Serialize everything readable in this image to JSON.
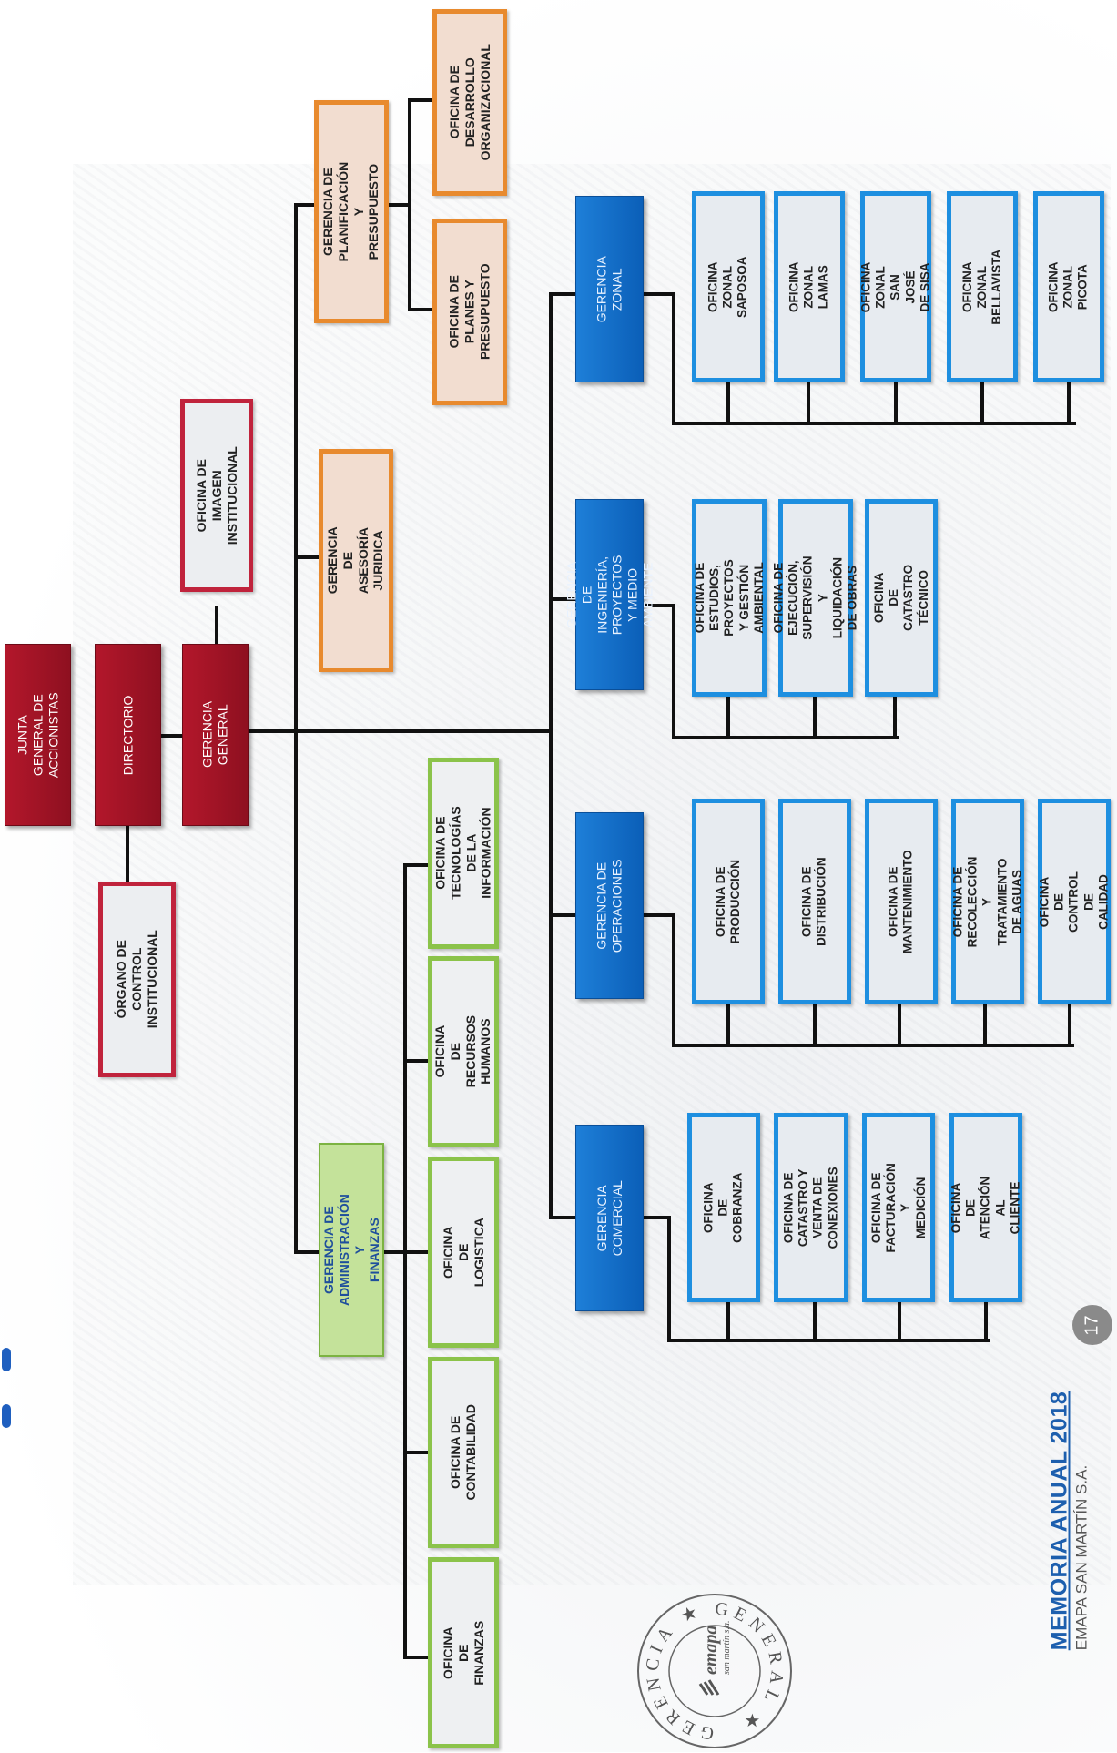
{
  "top": {
    "junta": "JUNTA GENERAL DE\nACCIONISTAS",
    "directorio": "DIRECTORIO",
    "gerencia_general": "GERENCIA GENERAL",
    "organo_control": "ÓRGANO DE CONTROL\nINSTITUCIONAL",
    "imagen_institucional": "OFICINA DE IMAGEN\nINSTITUCIONAL"
  },
  "advisory": {
    "asesoria_juridica": "GERENCIA DE ASESORÍA\nJURIDICA",
    "planificacion": "GERENCIA DE PLANIFICACIÓN\nY PRESUPUESTO",
    "planes_presupuesto": "OFICINA DE PLANES Y\nPRESUPUESTO",
    "desarrollo_org": "OFICINA DE DESARROLLO\nORGANIZACIONAL"
  },
  "administracion": {
    "head": "GERENCIA DE\nADMINISTRACIÓN Y\nFINANZAS",
    "offices": [
      "OFICINA DE FINANZAS",
      "OFICINA DE\nCONTABILIDAD",
      "OFICINA DE LOGISTICA",
      "OFICINA DE RECURSOS\nHUMANOS",
      "OFICINA DE\nTECNOLOGÍAS DE LA\nINFORMACIÓN"
    ]
  },
  "line_units": {
    "comercial": {
      "head": "GERENCIA COMERCIAL",
      "offices": [
        "OFICINA DE COBRANZA",
        "OFICINA DE CATASTRO Y\nVENTA DE CONEXIONES",
        "OFICINA DE\nFACTURACIÓN Y\nMEDICIÓN",
        "OFICINA DE ATENCIÓN AL\nCLIENTE"
      ]
    },
    "operaciones": {
      "head": "GERENCIA DE\nOPERACIONES",
      "offices": [
        "OFICINA DE PRODUCCIÓN",
        "OFICINA DE DISTRIBUCIÓN",
        "OFICINA DE\nMANTENIMIENTO",
        "OFICINA DE RECOLECCIÓN Y\nTRATAMIENTO DE AGUAS",
        "OFICINA DE CONTROL DE\nCALIDAD"
      ]
    },
    "ingenieria": {
      "head": "GERENCIA DE INGENIERÍA,\nPROYECTOS Y MEDIO\nAMBIENTE",
      "offices": [
        "OFICINA DE ESTUDIOS,\nPROYECTOS Y GESTIÓN\nAMBIENTAL",
        "OFICINA DE EJECUCIÓN,\nSUPERVISIÓN Y\nLIQUIDACIÓN DE OBRAS",
        "OFICINA DE CATASTRO\nTÉCNICO"
      ]
    },
    "zonal": {
      "head": "GERENCIA ZONAL",
      "offices": [
        "OFICINA ZONAL SAPOSOA",
        "OFICINA ZONAL LAMAS",
        "OFICINA ZONAL SAN JOSÉ\nDE SISA",
        "OFICINA ZONAL\nBELLAVISTA",
        "OFICINA ZONAL PICOTA"
      ]
    }
  },
  "footer": {
    "title": "MEMORIA ANUAL 2018",
    "subtitle": "EMAPA SAN MARTÍN S.A.",
    "page_number": "17"
  },
  "seal": {
    "ring_text": "GERENCIA ★ GENERAL ★",
    "brand": "emapa",
    "brand_sub": "san martín s.a."
  },
  "colors": {
    "red": "#a3142a",
    "orange": "#e88a2e",
    "green": "#8bc34a",
    "blue": "#1e8fe0",
    "lines": "#111111"
  }
}
